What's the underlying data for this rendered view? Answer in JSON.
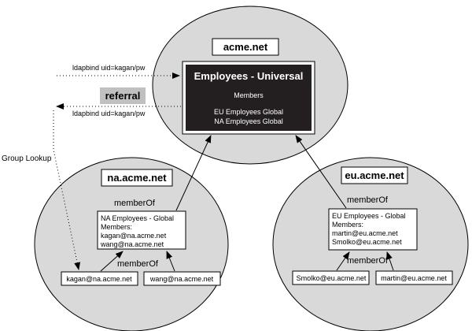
{
  "colors": {
    "circle_fill": "#d9d9d9",
    "group_box_fill": "#231f20",
    "box_fill": "#ffffff",
    "referral_fill": "#c0c0c0",
    "line": "#000000"
  },
  "root": {
    "domain": "acme.net",
    "group": {
      "title": "Employees - Universal",
      "members_label": "Members",
      "members": [
        "EU Employees Global",
        "NA Employees Global"
      ]
    }
  },
  "na": {
    "domain": "na.acme.net",
    "member_of_upper": "memberOf",
    "group": {
      "lines": [
        "NA Employees - Global",
        "Members:",
        "kagan@na.acme.net",
        "wang@na.acme.net"
      ]
    },
    "member_of_lower": "memberOf",
    "users": [
      "kagan@na.acme.net",
      "wang@na.acme.net"
    ]
  },
  "eu": {
    "domain": "eu.acme.net",
    "member_of_upper": "memberOf",
    "group": {
      "lines": [
        "EU Employees - Global",
        "Members:",
        "martin@eu.acme.net",
        "Smolko@eu.acme.net"
      ]
    },
    "member_of_lower": "memberOf",
    "users": [
      "Smolko@eu.acme.net",
      "martin@eu.acme.net"
    ]
  },
  "flow": {
    "ldapbind_top": "ldapbind uid=kagan/pw",
    "referral": "referral",
    "ldapbind_bottom": "ldapbind uid=kagan/pw",
    "group_lookup": "Group Lookup"
  }
}
